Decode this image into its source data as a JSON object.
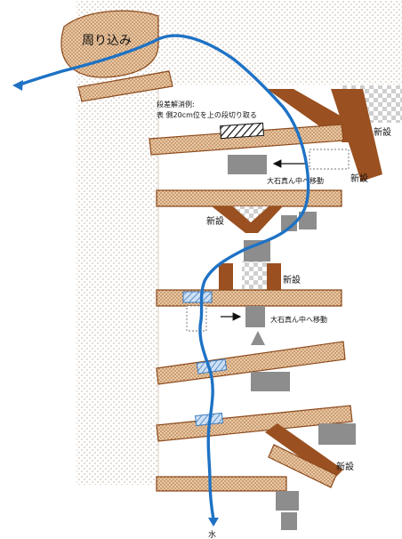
{
  "labels": {
    "mawarikomi": "周り込み",
    "note_line1": "段差解消例:",
    "note_line2": "表 側20cm位を上の段切り取る",
    "move1": "大石真ん中へ移動",
    "move2": "大石真ん中へ移動",
    "shinsetsu": "新設",
    "water": "水"
  },
  "colors": {
    "log_fill": "#e8c7a3",
    "log_stroke": "#8c4a1c",
    "new_post": "#9a5020",
    "stone": "#8d8d8d",
    "stream": "#1e72c4",
    "hatch_blue": "#a8c8ec",
    "slope_dots": "#b9a695",
    "checker": "#cfcfcf"
  }
}
